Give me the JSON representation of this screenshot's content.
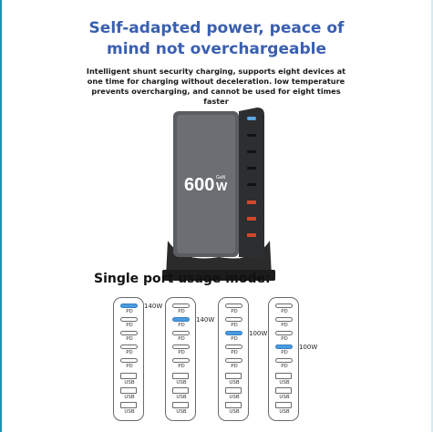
{
  "header": {
    "title_line1": "Self-adapted power, peace of",
    "title_line2": "mind not overchargeable",
    "subtitle": "Intelligent shunt security charging, supports eight devices at one time for charging without deceleration. low temperature prevents overcharging, and cannot be used for eight times faster"
  },
  "product": {
    "brand_text": "600",
    "unit_text": "W",
    "gan_text": "GaN"
  },
  "section": {
    "title": "Single port usage mode:"
  },
  "strips": [
    {
      "active": 0,
      "watt": "140W"
    },
    {
      "active": 1,
      "watt": "140W"
    },
    {
      "active": 2,
      "watt": "100W"
    },
    {
      "active": 3,
      "watt": "100W"
    }
  ],
  "port_labels": {
    "pd": "PD",
    "usb": "USB"
  },
  "colors": {
    "accent": "#3a5fb0",
    "port_active": "#4a9be0"
  }
}
